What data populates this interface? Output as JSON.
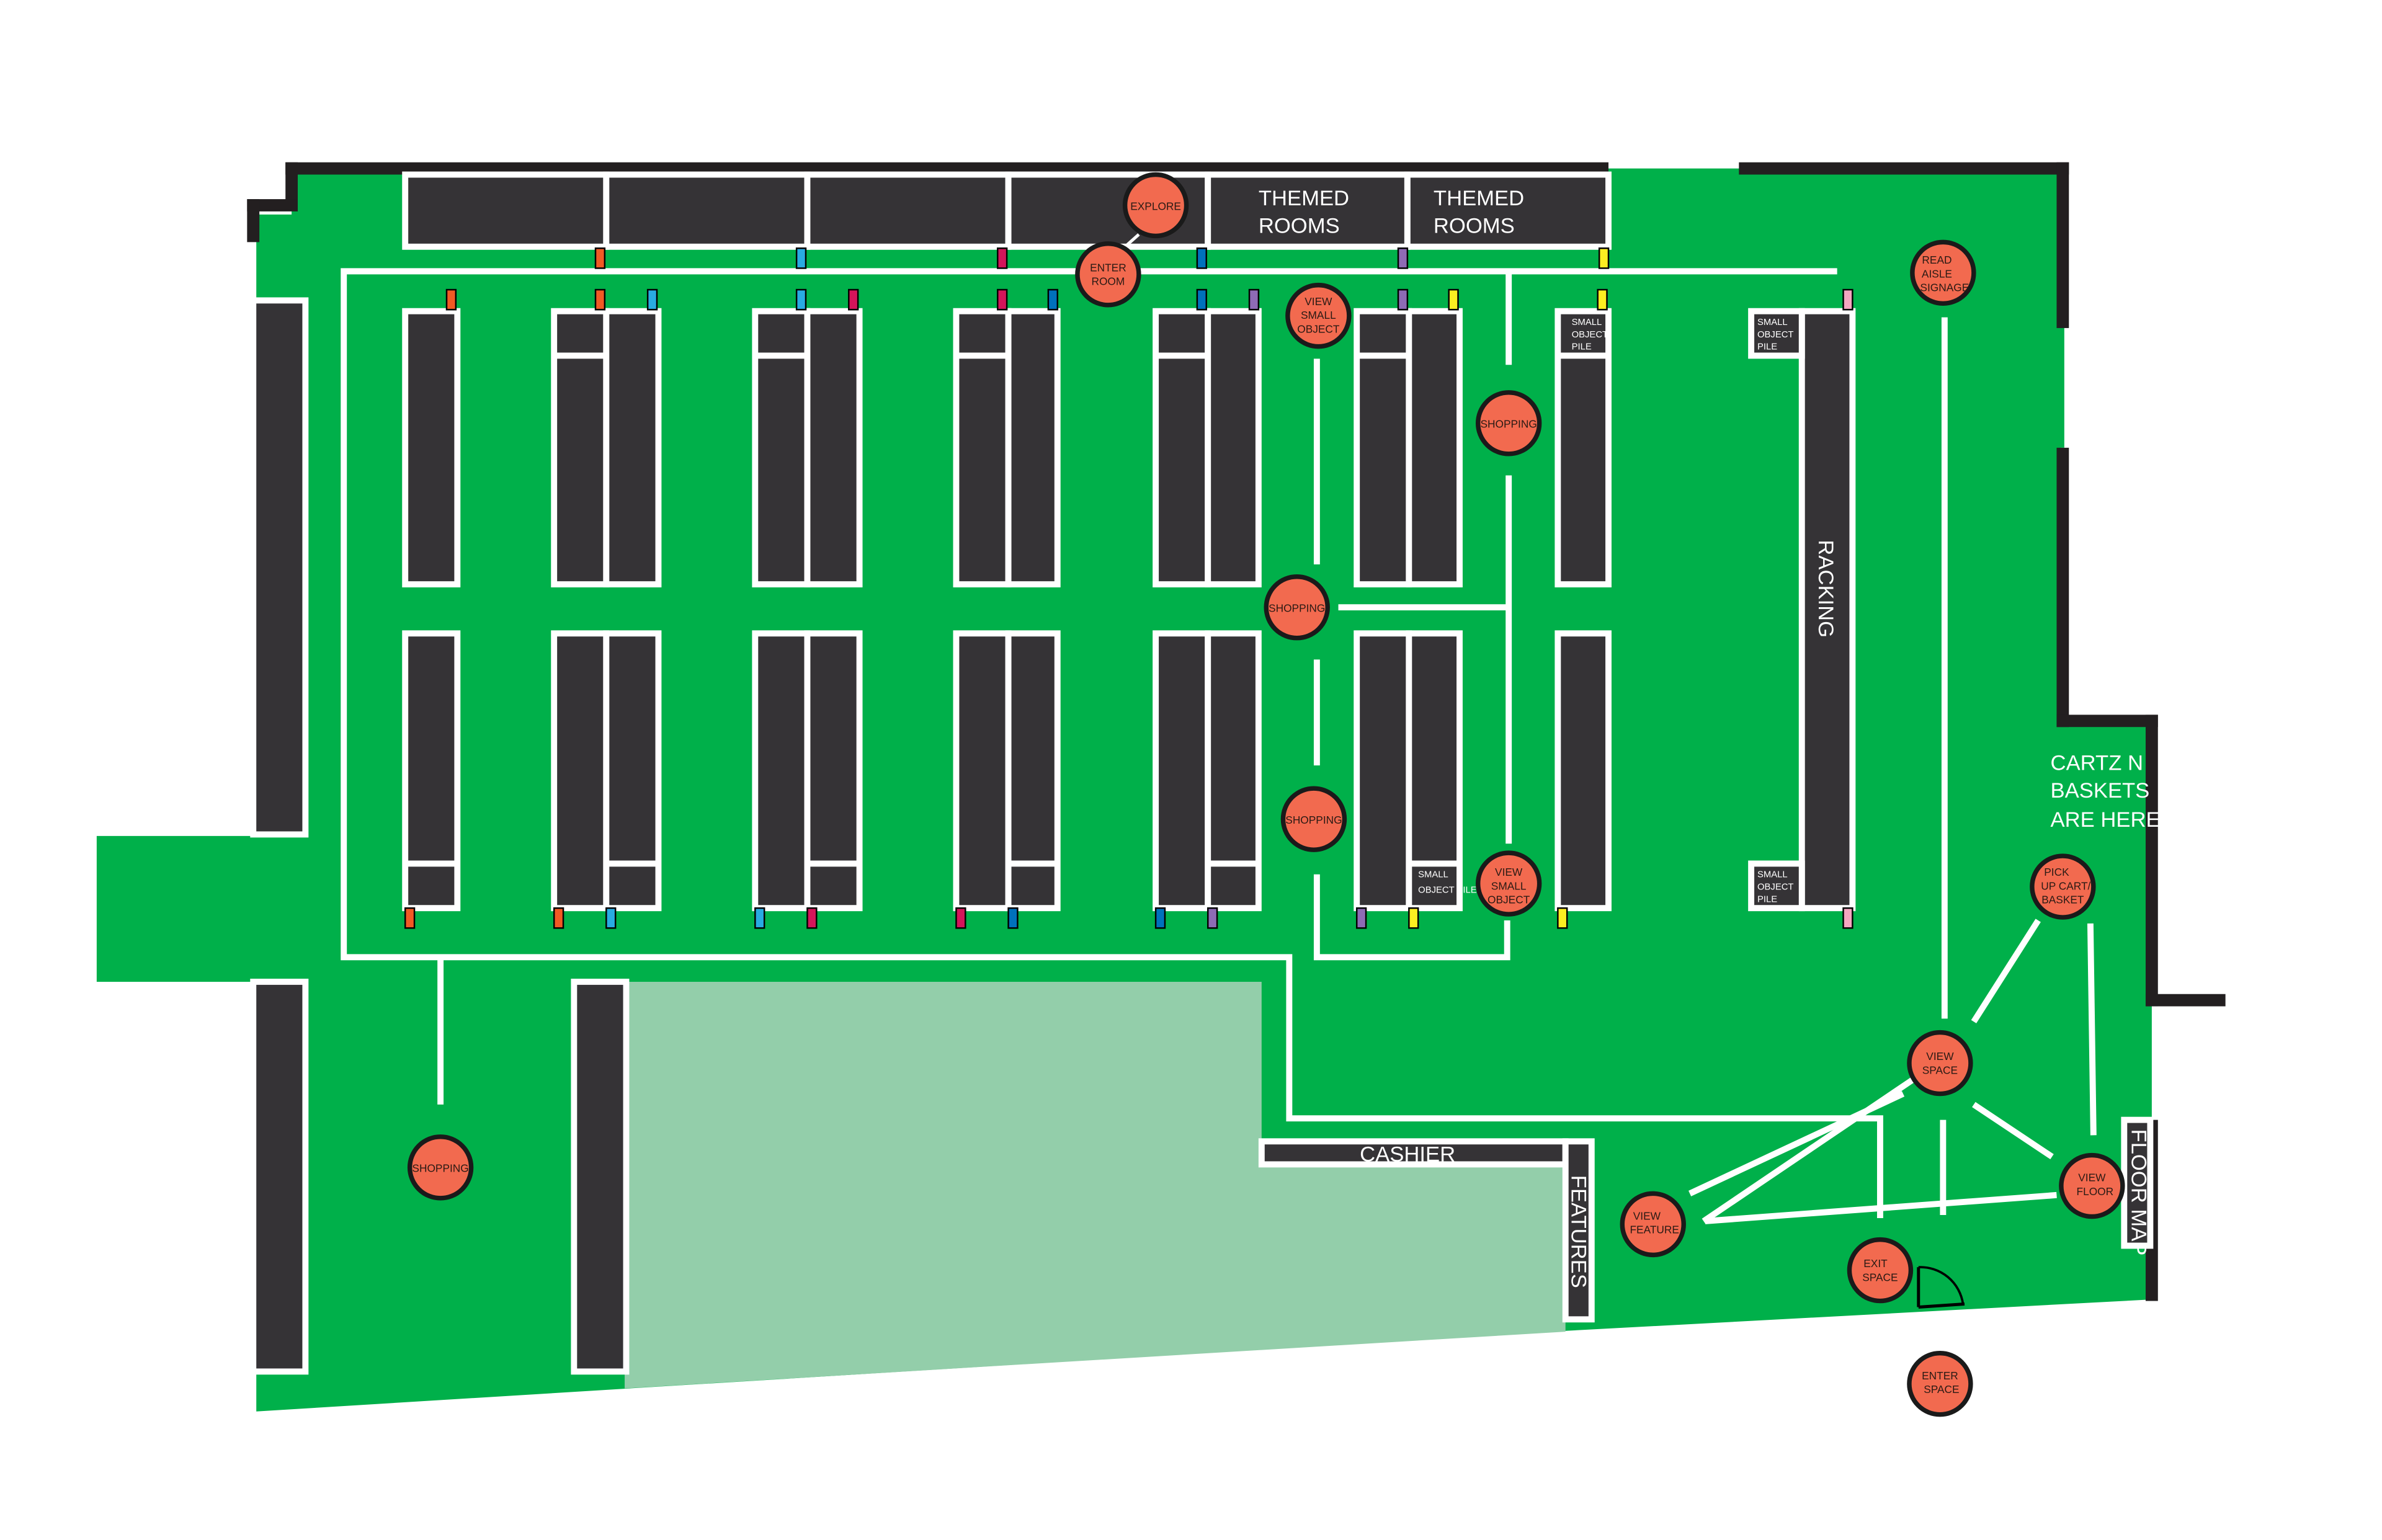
{
  "colors": {
    "floor": "#00b04a",
    "checkout_area": "#93ceaa",
    "fixture": "#353336",
    "wall": "#231f20",
    "walk_path": "#ffffff",
    "activity_node": "#f26a4f",
    "tag_orange": "#f15a24",
    "tag_cyan": "#29abe2",
    "tag_magenta": "#d4145a",
    "tag_blue": "#0071bc",
    "tag_purple": "#8e6bb5",
    "tag_yellow": "#fcee21",
    "tag_pink": "#f4a6c0"
  },
  "labels": {
    "themed_rooms_1": [
      "THEMED",
      "ROOMS"
    ],
    "themed_rooms_2": [
      "THEMED",
      "ROOMS"
    ],
    "racking": "RACKING",
    "cartz": [
      "CARTZ N",
      "BASKETS",
      "ARE HERE"
    ],
    "cashier": "CASHIER",
    "features": "FEATURES",
    "floor_map": "FLOOR MAP",
    "small_object_pile": [
      "SMALL",
      "OBJECT",
      "PILE"
    ],
    "small_object_pile_inline": [
      "SMALL",
      "OBJECT PILE"
    ]
  },
  "nodes": {
    "explore": [
      "EXPLORE"
    ],
    "enter_room": [
      "ENTER",
      "ROOM"
    ],
    "view_small_object_top": [
      "VIEW",
      "SMALL",
      "OBJECT"
    ],
    "shopping_right": [
      "SHOPPING"
    ],
    "read_aisle_signage": [
      "READ",
      "AISLE",
      "SIGNAGE"
    ],
    "shopping_mid": [
      "SHOPPING"
    ],
    "shopping_lower": [
      "SHOPPING"
    ],
    "view_small_object_bottom": [
      "VIEW",
      "SMALL",
      "OBJECT"
    ],
    "pick_up_cart": [
      "PICK",
      "UP CART/",
      "BASKET"
    ],
    "view_space": [
      "VIEW",
      "SPACE"
    ],
    "view_floor": [
      "VIEW",
      "FLOOR"
    ],
    "view_feature": [
      "VIEW",
      "FEATURE"
    ],
    "exit_space": [
      "EXIT",
      "SPACE"
    ],
    "enter_space": [
      "ENTER",
      "SPACE"
    ],
    "shopping_left": [
      "SHOPPING"
    ]
  },
  "icons": {
    "entrance_door": "door-swing-icon"
  }
}
